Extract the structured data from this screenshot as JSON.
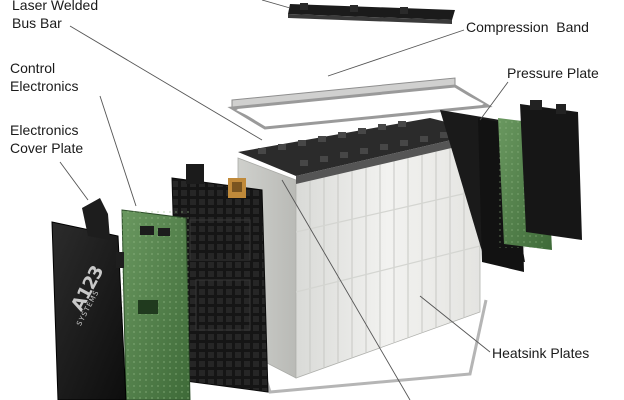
{
  "labels": {
    "bus_bar_line1": "Laser Welded",
    "bus_bar_line2": "Bus Bar",
    "control_line1": "Control",
    "control_line2": "Electronics",
    "cover_line1": "Electronics",
    "cover_line2": "Cover Plate",
    "compression_band": "Compression  Band",
    "pressure_plate": "Pressure Plate",
    "heatsink_plates": "Heatsink Plates"
  },
  "logo": {
    "line1": "A123",
    "line2": "SYSTEMS"
  },
  "colors": {
    "background": "#ffffff",
    "text": "#1a1a1a",
    "cell_body": "#e8e9e6",
    "pcb_green": "#4f7d47",
    "frame_black": "#141414"
  }
}
